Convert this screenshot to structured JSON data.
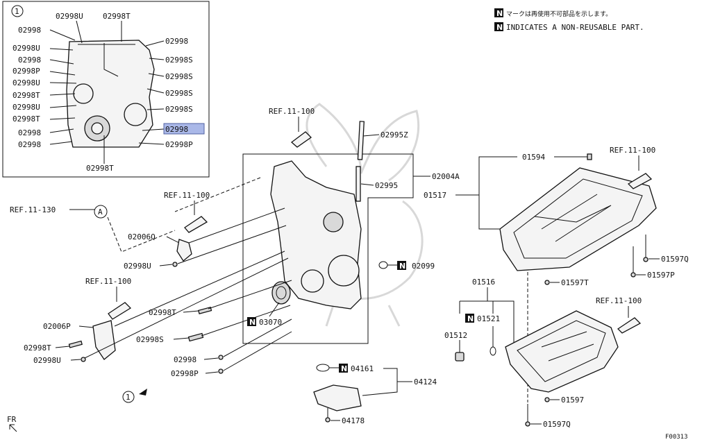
{
  "legend": {
    "badge": "N",
    "jp_text": "マークは再使用不可部品を示します。",
    "en_text": "INDICATES A NON-REUSABLE PART."
  },
  "inset": {
    "marker": "1",
    "labels": {
      "top_left_1": "02998U",
      "top_left_2": "02998T",
      "left_1": "02998",
      "left_2": "02998U",
      "left_3": "02998",
      "left_4": "02998P",
      "left_5": "02998U",
      "left_6": "02998T",
      "left_7": "02998U",
      "left_8": "02998T",
      "left_9": "02998",
      "left_10": "02998",
      "right_1": "02998",
      "right_2": "02998S",
      "right_3": "02998S",
      "right_4": "02998S",
      "right_5": "02998S",
      "right_6": "02998",
      "right_7": "02998P",
      "bottom_1": "02998T"
    }
  },
  "callouts": {
    "ref_top": "REF.11-100",
    "p02995Z": "02995Z",
    "p02004A": "02004A",
    "p02995": "02995",
    "ref_130": "REF.11-130",
    "circle_a": "A",
    "ref_mid": "REF.11-100",
    "p02006Q": "02006Q",
    "p02998U_a": "02998U",
    "ref_left": "REF.11-100",
    "p02998T_a": "02998T",
    "p02006P": "02006P",
    "p02998S": "02998S",
    "p02998T_b": "02998T",
    "p02998U_b": "02998U",
    "p02998": "02998",
    "p02998P": "02998P",
    "p02099": "02099",
    "p03070": "03070",
    "p04161": "04161",
    "p04124": "04124",
    "p04178": "04178",
    "circle_1": "1",
    "fr": "FR",
    "p01594": "01594",
    "ref_pan": "REF.11-100",
    "p01517": "01517",
    "p01597Q_a": "01597Q",
    "p01597P": "01597P",
    "p01597T": "01597T",
    "p01516": "01516",
    "ref_lower": "REF.11-100",
    "p01521": "01521",
    "p01512": "01512",
    "p01597": "01597",
    "p01597Q_b": "01597Q",
    "figure_id": "F00313"
  }
}
